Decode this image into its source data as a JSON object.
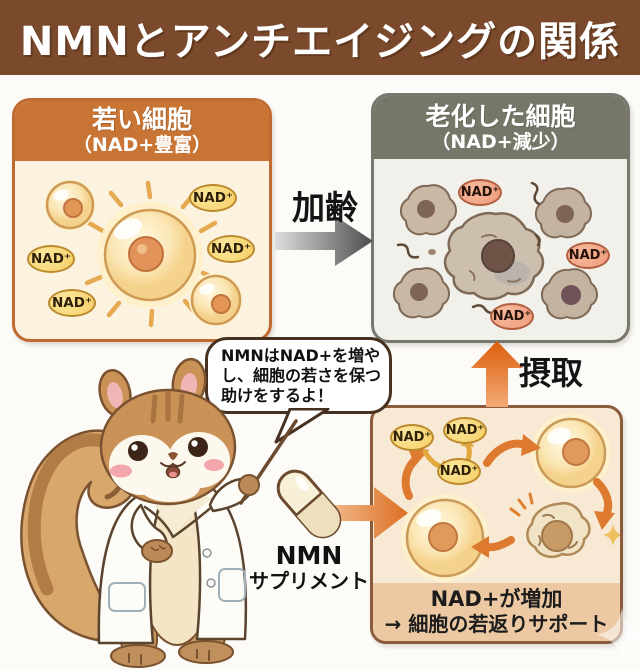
{
  "title": "NMNとアンチエイジングの関係",
  "young_panel": {
    "title": "若い細胞",
    "subtitle": "（NAD+豊富）",
    "badges": [
      "NAD⁺",
      "NAD⁺",
      "NAD⁺",
      "NAD⁺"
    ]
  },
  "aged_panel": {
    "title": "老化した細胞",
    "subtitle": "（NAD+減少）",
    "badges": [
      "NAD⁺",
      "NAD⁺",
      "NAD⁺"
    ]
  },
  "arrows": {
    "aging_label": "加齢",
    "intake_label": "摂取"
  },
  "speech_bubble": {
    "line1": "NMNはNAD+を増や",
    "line2": "し、細胞の若さを保つ",
    "line3": "助けをするよ！"
  },
  "supplement": {
    "name": "NMN",
    "type": "サプリメント"
  },
  "result_panel": {
    "badges": [
      "NAD⁺",
      "NAD⁺",
      "NAD⁺"
    ],
    "caption_line1": "NAD+が増加",
    "caption_line2": "→ 細胞の若返りサポート"
  },
  "colors": {
    "title_bg": "#7b4a2c",
    "young_accent": "#c87434",
    "aged_accent": "#767669",
    "result_border": "#8a5c3c",
    "orange_arrow": "#dd7024",
    "nad_young": "#f6cf66",
    "nad_aged": "#ef9c7c"
  }
}
